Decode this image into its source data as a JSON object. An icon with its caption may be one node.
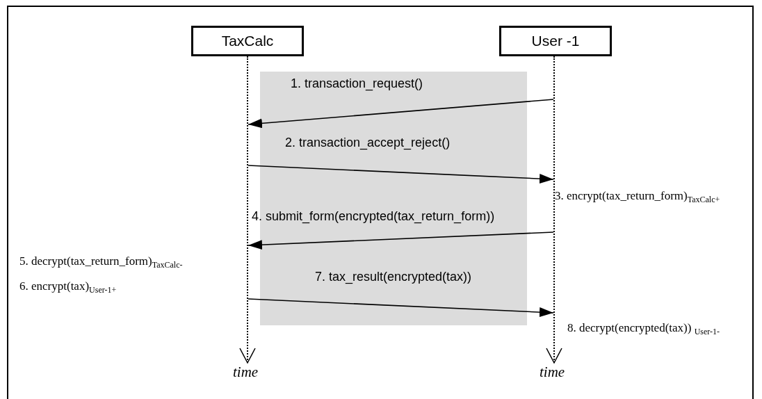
{
  "diagram": {
    "nodes": [
      {
        "text": [
          "TaxCalc"
        ]
      },
      {
        "text": [
          "User -1"
        ]
      },
      {
        "text": [],
        "shape": "line",
        "beside": [
          "time"
        ]
      },
      {
        "text": [],
        "shape": "line",
        "beside": [
          "time"
        ]
      }
    ],
    "edges": [
      {
        "from": 3,
        "to": 2,
        "arrow": "to",
        "label": "1. transaction_request()"
      },
      {
        "from": 2,
        "to": 3,
        "arrow": "to",
        "label": "2. transaction_accept_reject()"
      },
      {
        "from": 3,
        "to": 2,
        "arrow": "to",
        "label": "4. submit_form(encrypted(tax_return_form))"
      },
      {
        "from": 2,
        "to": 3,
        "arrow": "to",
        "label": "7. tax_result(encrypted(tax))"
      }
    ],
    "labels": [
      "3. encrypt(tax_return_form)$_{TaxCalc+}$",
      "5. decrypt(tax_return_form)$_{TaxCalc-}$",
      "6. encrypt(tax)$_{User-1+}$",
      "8. decrypt(encrypted(tax)) $_{User-1-}$"
    ]
  }
}
